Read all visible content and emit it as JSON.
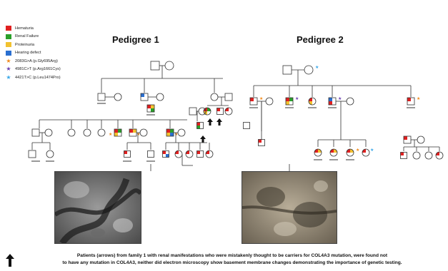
{
  "legend": {
    "items": [
      {
        "label": "Hematuria",
        "color": "#e02020",
        "kind": "swatch"
      },
      {
        "label": "Renal Failure",
        "color": "#2aa02a",
        "kind": "swatch"
      },
      {
        "label": "Proteinuria",
        "color": "#f2c230",
        "kind": "swatch"
      },
      {
        "label": "Hearing defect",
        "color": "#2a6fd0",
        "kind": "swatch"
      },
      {
        "label": "2083G>A (p.Gly695Arg)",
        "color": "#f08a1c",
        "kind": "star"
      },
      {
        "label": "4981C>T (p.Arg1661Cys)",
        "color": "#6a3fb0",
        "kind": "star"
      },
      {
        "label": "4421T>C (p.Leu1474Pro)",
        "color": "#3aa8e8",
        "kind": "star"
      }
    ]
  },
  "pedigree1": {
    "title": "Pedigree 1"
  },
  "pedigree2": {
    "title": "Pedigree 2"
  },
  "caption": {
    "line1": "Patients (arrows) from family 1 with renal manifestations who were mistakenly thought to be carriers for COL4A3 mutation, were found not",
    "line2": "to have any mutation in COL4A3, neither did electron microscopy show basement membrane changes demonstrating the importance of genetic testing."
  },
  "colors": {
    "hematuria": "#e02020",
    "renal_failure": "#2aa02a",
    "proteinuria": "#f2c230",
    "hearing": "#2a6fd0"
  }
}
